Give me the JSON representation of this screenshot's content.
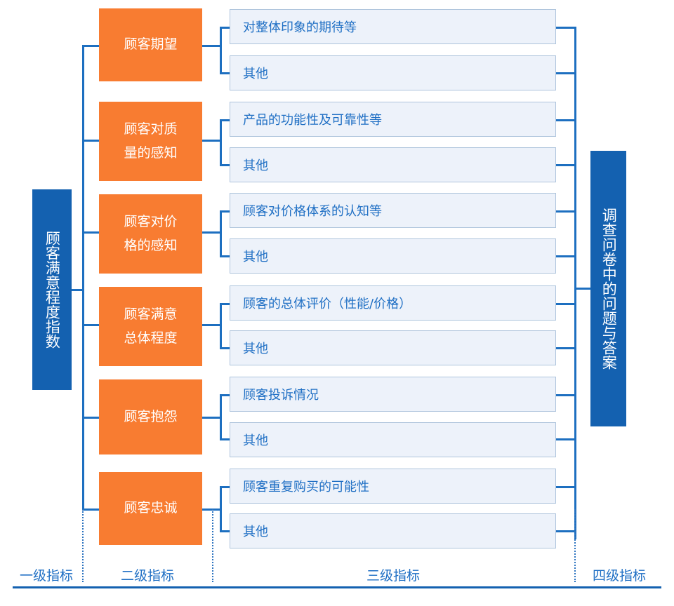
{
  "diagram": {
    "title_level1": "顾客满意程度指数",
    "title_level4": "调查问卷中的问题与答案",
    "colors": {
      "blue": "#1461B0",
      "orange": "#F87C31",
      "light_blue_fill": "#EDF2FA",
      "light_blue_border": "#AEC4DC",
      "connector_blue": "#1D6FC0",
      "text_blue": "#1F6FC4"
    },
    "level2": [
      {
        "label": "顾客期望"
      },
      {
        "label": "顾客对质\n量的感知"
      },
      {
        "label": "顾客对价\n格的感知"
      },
      {
        "label": "顾客满意\n总体程度"
      },
      {
        "label": "顾客抱怨"
      },
      {
        "label": "顾客忠诚"
      }
    ],
    "level3": [
      {
        "label": "对整体印象的期待等"
      },
      {
        "label": "其他"
      },
      {
        "label": "产品的功能性及可靠性等"
      },
      {
        "label": "其他"
      },
      {
        "label": "顾客对价格体系的认知等"
      },
      {
        "label": "其他"
      },
      {
        "label": "顾客的总体评价（性能/价格）"
      },
      {
        "label": "其他"
      },
      {
        "label": "顾客投诉情况"
      },
      {
        "label": "其他"
      },
      {
        "label": "顾客重复购买的可能性"
      },
      {
        "label": "其他"
      }
    ],
    "axis_labels": [
      {
        "label": "一级指标"
      },
      {
        "label": "二级指标"
      },
      {
        "label": "三级指标"
      },
      {
        "label": "四级指标"
      }
    ]
  }
}
